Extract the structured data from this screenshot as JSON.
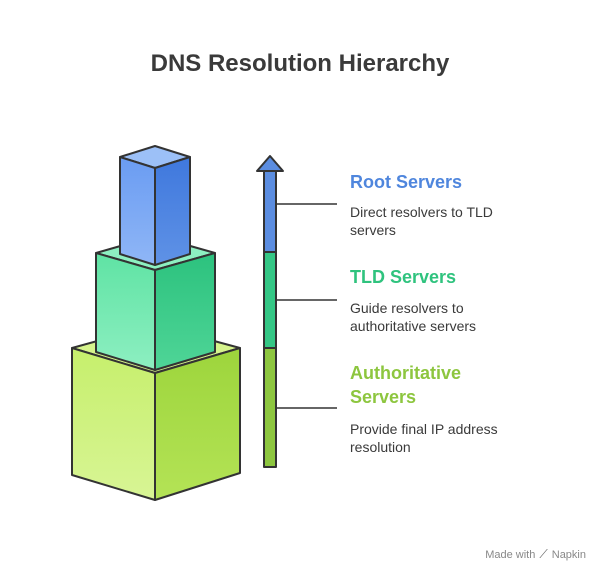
{
  "title": "DNS Resolution Hierarchy",
  "levels": [
    {
      "name": "Root Servers",
      "description": "Direct resolvers to TLD servers",
      "color": "#5b8de0"
    },
    {
      "name": "TLD Servers",
      "description": "Guide resolvers to authoritative servers",
      "color": "#34c785"
    },
    {
      "name": "Authoritative Servers",
      "description": "Provide final IP address resolution",
      "color": "#8dc63f"
    }
  ],
  "footer": {
    "made_with": "Made with",
    "brand": "Napkin",
    "brand_icon": "napkin-logo-icon"
  }
}
